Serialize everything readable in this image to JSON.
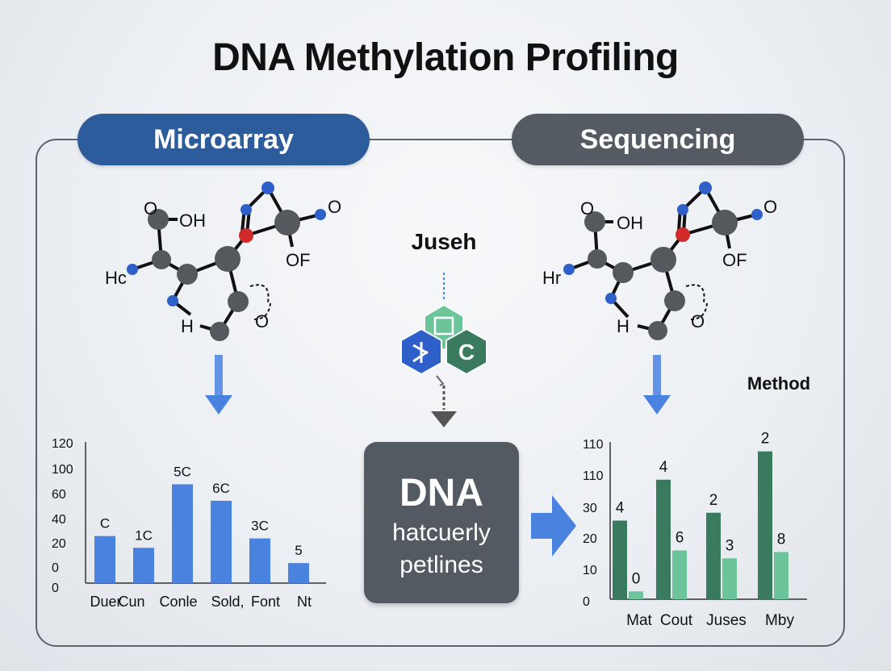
{
  "title": "DNA Methylation Profiling",
  "pills": {
    "left": "Microarray",
    "right": "Sequencing"
  },
  "center": {
    "label": "Juseh",
    "hex_labels": {
      "c": "C"
    },
    "box_title": "DNA",
    "box_line1": "hatcuerly",
    "box_line2": "petlines"
  },
  "method_label": "Method",
  "molecule_left": {
    "o_top": "O",
    "oh": "OH",
    "o_right": "O",
    "of": "OF",
    "h_side": "Hc",
    "h_bottom": "H",
    "o_ring": "O"
  },
  "molecule_right": {
    "o_top": "O",
    "oh": "OH",
    "o_right": "O",
    "of": "OF",
    "h_side": "Hr",
    "h_bottom": "H",
    "o_ring": "O"
  },
  "colors": {
    "blue_bar": "#4a82e0",
    "dark_green": "#3a7a5e",
    "light_green": "#6cc49a",
    "pill_blue": "#2d5c9c",
    "pill_gray": "#555b63",
    "arrow_blue": "#4a82e0",
    "atom_gray": "#55595e",
    "atom_blue": "#2f5fc8",
    "atom_red": "#d02a2a"
  },
  "chart_data": [
    {
      "type": "bar",
      "categories": [
        "Duer",
        "Cun",
        "Conle",
        "Sold,",
        "Font",
        "Nt"
      ],
      "values": [
        40,
        30,
        84,
        70,
        38,
        17
      ],
      "data_labels": [
        "C",
        "1C",
        "5C",
        "6C",
        "3C",
        "5"
      ],
      "ytick_labels": [
        "120",
        "100",
        "60",
        "40",
        "20",
        "0",
        "0"
      ],
      "xlabel": "",
      "ylabel": "",
      "grid": false
    },
    {
      "type": "bar",
      "categories": [
        "Mat",
        "Cout",
        "Juses",
        "Mby"
      ],
      "series": [
        {
          "values": [
            50,
            76,
            55,
            94
          ],
          "data_labels": [
            "4",
            "4",
            "2",
            "2"
          ]
        },
        {
          "values": [
            5,
            31,
            26,
            30
          ],
          "data_labels": [
            "0",
            "6",
            "3",
            "8"
          ]
        }
      ],
      "ytick_labels": [
        "110",
        "110",
        "30",
        "20",
        "10",
        "0"
      ],
      "xlabel": "",
      "ylabel": "",
      "grid": false
    }
  ]
}
